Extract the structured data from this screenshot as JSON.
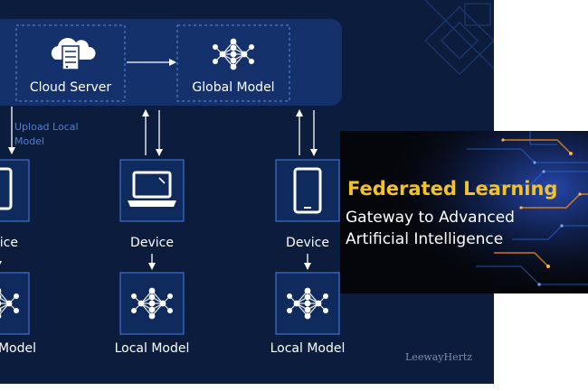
{
  "diagram": {
    "nodes": {
      "cloud_server": "Cloud Server",
      "global_model": "Global Model",
      "device_left": "Device",
      "device_center": "Device",
      "device_right": "Device",
      "local_model_left": "Model",
      "local_model_center": "Local Model",
      "local_model_right": "Local Model"
    },
    "upload_note": [
      "Upload Local",
      "Model"
    ],
    "watermark": "LeewayHertz"
  },
  "banner": {
    "title": "Federated Learning",
    "subtitle_line1": "Gateway to Advanced",
    "subtitle_line2": "Artificial Intelligence"
  },
  "colors": {
    "background": "#0b1c3d",
    "panel": "#14316b",
    "icon_box": "#0f2a5c",
    "icon_border": "#3f6fcf",
    "note": "#4f7fd6",
    "banner_title": "#f2c22c"
  },
  "icons": [
    "cloud-server-icon",
    "neural-network-icon",
    "tablet-icon",
    "laptop-icon"
  ]
}
